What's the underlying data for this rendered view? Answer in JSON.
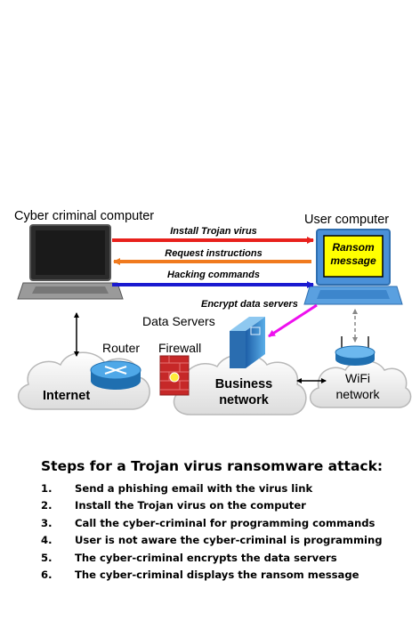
{
  "labels": {
    "cyber_criminal_computer": "Cyber criminal computer",
    "user_computer": "User computer",
    "ransom_line1": "Ransom",
    "ransom_line2": "message",
    "data_servers": "Data Servers",
    "router": "Router",
    "firewall": "Firewall",
    "internet": "Internet",
    "business_line1": "Business",
    "business_line2": "network",
    "wifi_line1": "WiFi",
    "wifi_line2": "network"
  },
  "arrows": {
    "install": "Install Trojan virus",
    "request": "Request instructions",
    "hacking": "Hacking commands",
    "encrypt": "Encrypt data servers"
  },
  "colors": {
    "install": "#e8201c",
    "request": "#f07a1e",
    "hacking": "#1a1ad0",
    "encrypt": "#ee10ee",
    "ransom_screen": "#ffff00",
    "user_bezel": "#4a90d8",
    "router": "#2d8fd6",
    "firewall": "#c62828",
    "server": "#3a8bd0"
  },
  "steps": {
    "title": "Steps for a Trojan virus ransomware attack:",
    "items": [
      {
        "num": "1.",
        "text": "Send a phishing email with the virus link"
      },
      {
        "num": "2.",
        "text": "Install the Trojan virus on the computer"
      },
      {
        "num": "3.",
        "text": "Call the cyber-criminal for programming commands"
      },
      {
        "num": "4.",
        "text": "User is not aware the cyber-criminal is programming"
      },
      {
        "num": "5.",
        "text": "The cyber-criminal encrypts the data servers"
      },
      {
        "num": "6.",
        "text": "The cyber-criminal displays the ransom message"
      }
    ]
  }
}
